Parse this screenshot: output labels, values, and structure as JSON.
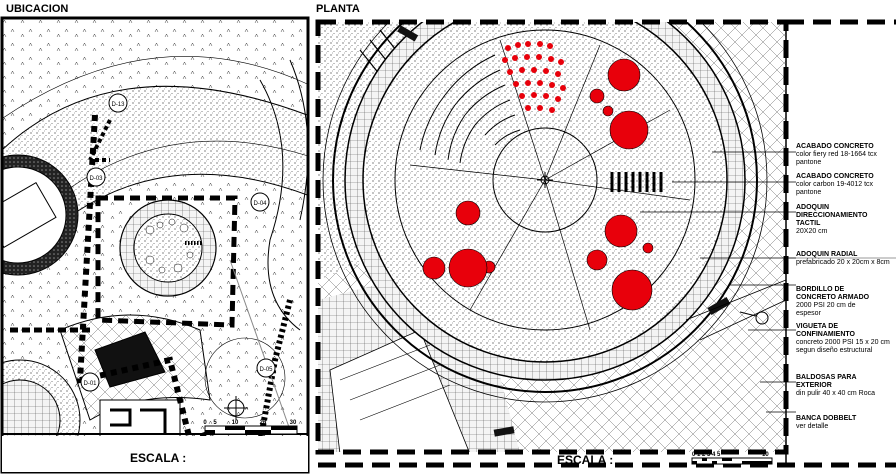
{
  "titles": {
    "ubicacion": "UBICACION",
    "planta": "PLANTA"
  },
  "escala": {
    "left_label": "ESCALA :",
    "right_label": "ESCALA :",
    "left_bar_ticks": [
      "0",
      "5",
      "10",
      "20",
      "30"
    ],
    "right_bar_ticks": "0 1 2 3 4 5",
    "right_bar_end": "10"
  },
  "callouts": [
    "D-13",
    "D-03",
    "D-04",
    "D-01",
    "D-05"
  ],
  "legend": [
    {
      "title": "ACABADO CONCRETO",
      "desc": "color fiery red 18-1664 tcx pantone"
    },
    {
      "title": "ACABADO CONCRETO",
      "desc": "color carbon 19-4012 tcx pantone"
    },
    {
      "title": "ADOQUIN DIRECCIONAMIENTO TACTIL",
      "desc": "20X20 cm"
    },
    {
      "title": "ADOQUIN RADIAL",
      "desc": "prefabricado 20 x 20cm x 8cm"
    },
    {
      "title": "BORDILLO DE CONCRETO ARMADO",
      "desc": "2000 PSI 20 cm de espesor"
    },
    {
      "title": "VIGUETA DE CONFINAMIENTO",
      "desc": "concreto 2000 PSI 15 x 20 cm segun diseño estructural"
    },
    {
      "title": "BALDOSAS PARA EXTERIOR",
      "desc": "din pulir 40 x 40 cm Roca"
    },
    {
      "title": "BANCA DOBBELT",
      "desc": "ver detalle"
    }
  ],
  "colors": {
    "accent_red": "#e8000b",
    "ink": "#000000",
    "paper": "#ffffff"
  }
}
